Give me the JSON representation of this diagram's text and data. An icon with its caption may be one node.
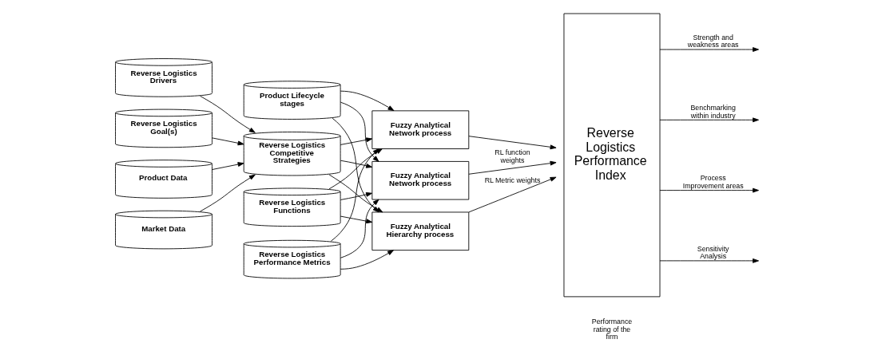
{
  "diagram": {
    "nodes": [
      {
        "text": [
          "Reverse Logistics Drivers"
        ]
      },
      {
        "text": [
          "Reverse Logistics Goal(s)"
        ]
      },
      {
        "text": [
          "Product Data"
        ]
      },
      {
        "text": [
          "Market Data"
        ]
      },
      {
        "text": [
          "Product Lifecycle stages"
        ]
      },
      {
        "text": [
          "Reverse Logistics Competitive Strategies"
        ]
      },
      {
        "text": [
          "Reverse Logistics Functions"
        ]
      },
      {
        "text": [
          "Reverse Logistics Performance Metrics"
        ]
      },
      {
        "text": [
          "Fuzzy Analytical Network process"
        ]
      },
      {
        "text": [
          "Fuzzy Analytical Network process"
        ]
      },
      {
        "text": [
          "Fuzzy Analytical Hierarchy process"
        ]
      },
      {
        "text": [
          "Reverse Logistics Performance Index"
        ]
      }
    ],
    "edges": [
      {
        "from": 0,
        "to": 5,
        "arrow": "to"
      },
      {
        "from": 1,
        "to": 5,
        "arrow": "to"
      },
      {
        "from": 2,
        "to": 5,
        "arrow": "to"
      },
      {
        "from": 3,
        "to": 5,
        "arrow": "to"
      },
      {
        "from": 4,
        "to": 8,
        "arrow": "to"
      },
      {
        "from": 4,
        "to": 9,
        "arrow": "to"
      },
      {
        "from": 4,
        "to": 10,
        "arrow": "to"
      },
      {
        "from": 5,
        "to": 8,
        "arrow": "to"
      },
      {
        "from": 5,
        "to": 9,
        "arrow": "to"
      },
      {
        "from": 5,
        "to": 10,
        "arrow": "to"
      },
      {
        "from": 6,
        "to": 8,
        "arrow": "to"
      },
      {
        "from": 6,
        "to": 9,
        "arrow": "to"
      },
      {
        "from": 6,
        "to": 10,
        "arrow": "to"
      },
      {
        "from": 7,
        "to": 8,
        "arrow": "to"
      },
      {
        "from": 7,
        "to": 9,
        "arrow": "to"
      },
      {
        "from": 7,
        "to": 10,
        "arrow": "to"
      },
      {
        "from": 8,
        "to": 11,
        "arrow": "to"
      },
      {
        "from": 9,
        "to": 11,
        "arrow": "to",
        "label": "RL function weights"
      },
      {
        "from": 10,
        "to": 11,
        "arrow": "to",
        "label": "RL Metric weights"
      },
      {
        "from": 11,
        "to": null,
        "arrow": "to",
        "label": "Strength and weakness areas"
      },
      {
        "from": 11,
        "to": null,
        "arrow": "to",
        "label": "Benchmarking within industry"
      },
      {
        "from": 11,
        "to": null,
        "arrow": "to",
        "label": "Process Improvement areas"
      },
      {
        "from": 11,
        "to": null,
        "arrow": "to",
        "label": "Sensitivity Analysis"
      }
    ],
    "labels": [
      "Performance rating of the firm"
    ]
  }
}
